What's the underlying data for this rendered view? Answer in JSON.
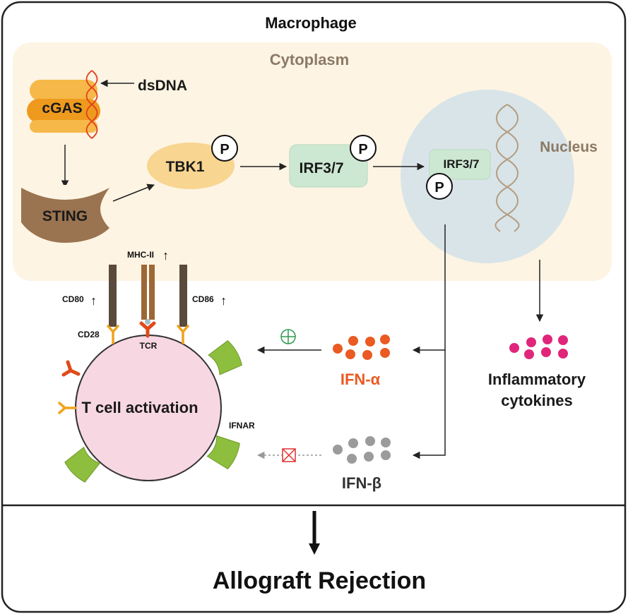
{
  "title": "Macrophage",
  "cytoplasm_label": "Cytoplasm",
  "nucleus_label": "Nucleus",
  "nodes": {
    "cgas": "cGAS",
    "dsdna": "dsDNA",
    "sting": "STING",
    "tbk1": "TBK1",
    "irf_cyto": "IRF3/7",
    "irf_nuc": "IRF3/7",
    "phospho": "P"
  },
  "receptors": {
    "mhc": "MHC-II",
    "cd80": "CD80",
    "cd86": "CD86",
    "cd28": "CD28",
    "tcr": "TCR",
    "ifnar": "IFNAR"
  },
  "up_arrow": "↑",
  "tcell": "T cell activation",
  "ifn_alpha": "IFN-α",
  "ifn_beta": "IFN-β",
  "cytokines_line1": "Inflammatory",
  "cytokines_line2": "cytokines",
  "outcome": "Allograft Rejection",
  "colors": {
    "cgas": "#F0A030",
    "sting": "#9A7350",
    "tbk1": "#F8D590",
    "irf": "#CDE8D2",
    "cytoplasm": "#FDF4E3",
    "nucleus": "#D8E4E8",
    "tcell": "#F7D8E2",
    "ifn_alpha": "#EA5A22",
    "ifn_beta": "#9B9B9B",
    "cytokine": "#E0267A",
    "ifnar": "#8DBE3E",
    "receptor_dark": "#5A4A3C",
    "receptor_brown": "#9E6736",
    "receptor_orange": "#F0A31E",
    "tcr_red": "#E04A1A"
  }
}
